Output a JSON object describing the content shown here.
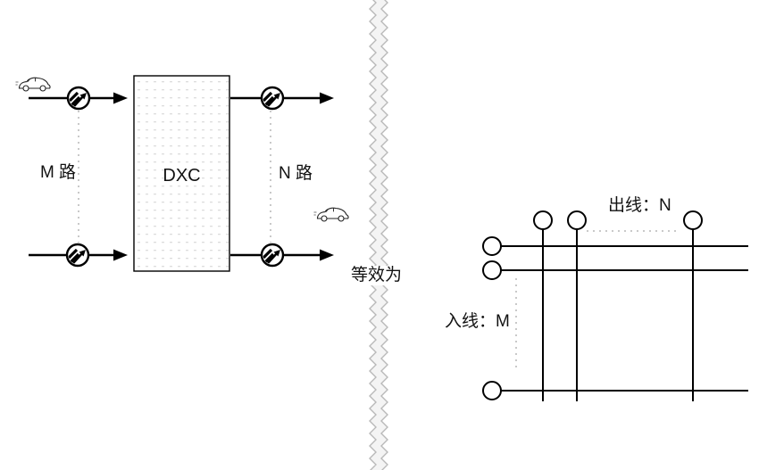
{
  "left_diagram": {
    "box_label": "DXC",
    "input_label": "M 路",
    "output_label": "N 路"
  },
  "divider": {
    "label": "等效为"
  },
  "right_diagram": {
    "outputs_label": "出线：N",
    "inputs_label": "入线：M"
  },
  "icons": {
    "car": "car-icon",
    "line_symbol": "circled-arrow-icon",
    "tear": "tear-divider"
  },
  "colors": {
    "line": "#000000",
    "guide": "#c9c9c9",
    "tear_line": "#b9b9b9",
    "tear_fill": "#f4f4f4",
    "box_dots": "#dddddd",
    "background": "#ffffff"
  }
}
